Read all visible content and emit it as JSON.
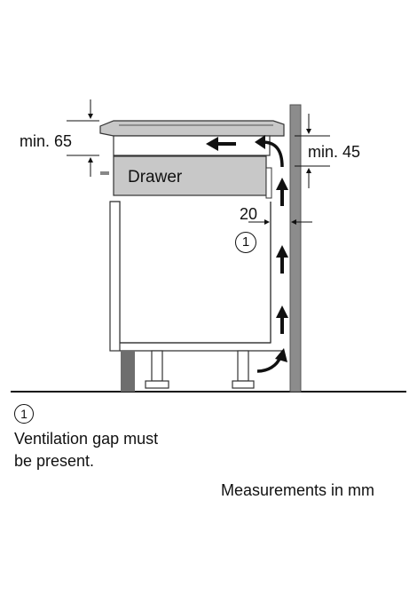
{
  "labels": {
    "min_65": "min. 65",
    "min_45": "min. 45",
    "drawer": "Drawer",
    "gap_20": "20",
    "callout_number": "1"
  },
  "legend": {
    "number": "1",
    "line1": "Ventilation gap must",
    "line2": "be present."
  },
  "units_note": "Measurements in mm",
  "colors": {
    "wall": "#8c8c8c",
    "cooktop": "#c8c8c8",
    "drawer_front": "#c8c8c8",
    "line": "#111111"
  }
}
